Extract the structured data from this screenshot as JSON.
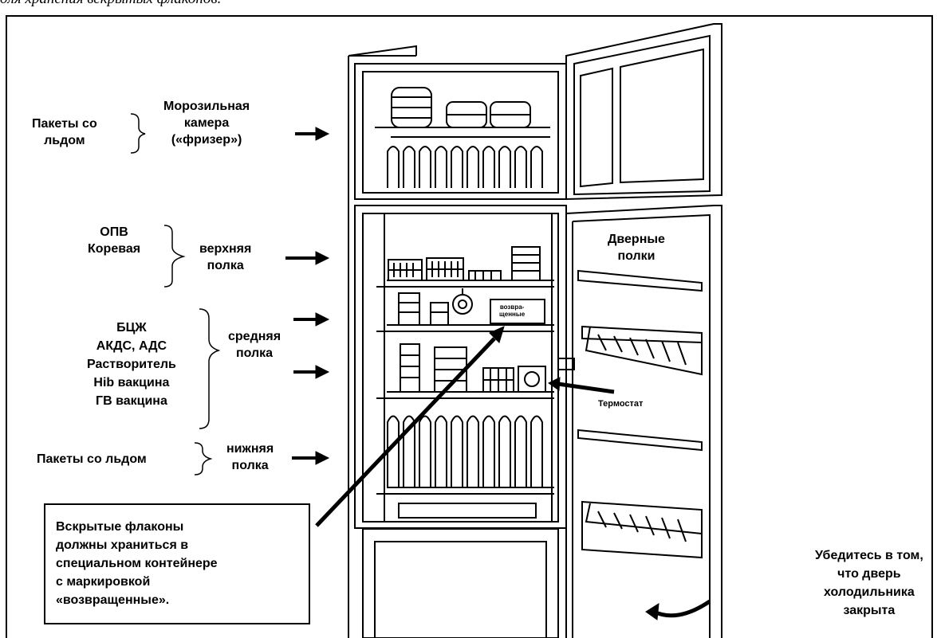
{
  "caption": "для хранения вскрытых флаконов.",
  "labels": {
    "ice_packs_freezer": [
      "Пакеты со",
      "льдом"
    ],
    "freezer": [
      "Морозильная",
      "камера",
      "(«фризер»)"
    ],
    "upper_contents": [
      "ОПВ",
      "Коревая"
    ],
    "upper_shelf": [
      "верхняя",
      "полка"
    ],
    "middle_contents": [
      "БЦЖ",
      "АКДС, АДС",
      "Растворитель",
      "Hib вакцина",
      "ГВ вакцина"
    ],
    "middle_shelf": [
      "средняя",
      "полка"
    ],
    "ice_packs_bottom": "Пакеты со льдом",
    "bottom_shelf": [
      "нижняя",
      "полка"
    ],
    "door_shelves": [
      "Дверные",
      "полки"
    ],
    "returned_container": [
      "возвра-",
      "щенные"
    ],
    "thermostat": "Термостат",
    "opened_vials_note": [
      "Вскрытые флаконы",
      "должны храниться в",
      "специальном контейнере",
      "с маркировкой",
      "«возвращенные»."
    ],
    "door_closed_note": [
      "Убедитесь в том,",
      "что дверь",
      "холодильника",
      "закрыта"
    ]
  }
}
